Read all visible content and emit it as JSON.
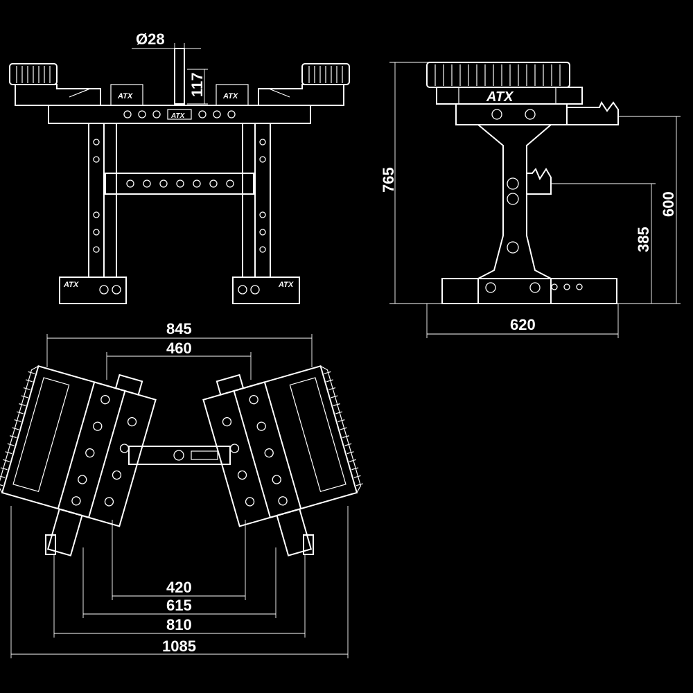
{
  "front_view": {
    "dims": {
      "bar_diameter": "Ø28",
      "bar_height": "117"
    },
    "logo": "ATX"
  },
  "side_view": {
    "dims": {
      "total_height": "765",
      "top_holder_height": "600",
      "lower_holder_height": "385",
      "depth": "620"
    },
    "logo": "ATX"
  },
  "top_view": {
    "dims": {
      "outer_top": "845",
      "inner_top": "460",
      "inner_bottom": "420",
      "mid_bottom": "615",
      "outer_bottom": "810",
      "overall": "1085"
    }
  }
}
